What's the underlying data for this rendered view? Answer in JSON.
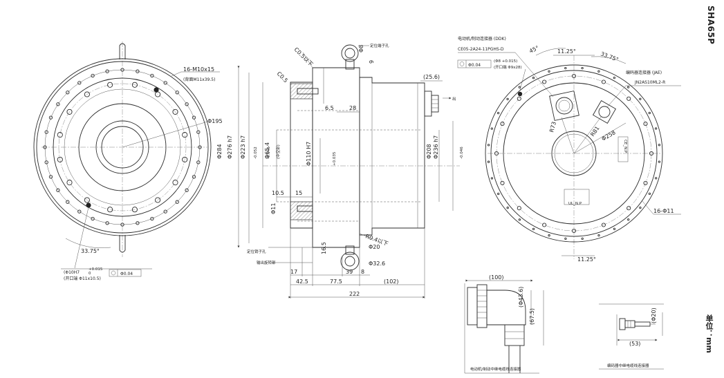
{
  "model": "SHA65P",
  "unit": "单位：mm",
  "front_view": {
    "bolt_note_1": "16-M10x15",
    "bolt_note_2": "(背面M11x39.5)",
    "pcd": "Φ195",
    "angle": "33.75°",
    "pin_hole": "(Φ10H7",
    "pin_tol_upper": "+0.015",
    "pin_tol_lower": "0",
    "pin_depth": "(开口端 Φ11x10.5)",
    "position_tol": "Φ0.04"
  },
  "section_view": {
    "chamfer_top": "C0.5以下",
    "chamfer_2": "C0.5",
    "dia_284": "Φ284",
    "dia_276": "Φ276 h7",
    "dia_276_tol": "-0.052",
    "dia_223": "Φ223 h7",
    "dia_223_tol": "-0.046",
    "dia_65": "Φ65.4",
    "dia_65_note": "(中空部)",
    "dia_110": "Φ110 H7",
    "dia_110_tol": "+0.035",
    "dia_11": "Φ11",
    "dia_208": "Φ208",
    "dia_236": "Φ236 h7",
    "dia_236_tol": "-0.046",
    "dim_6_5": "6.5",
    "dim_28": "28",
    "dim_25_6": "(25.6)",
    "dim_10_5": "10.5",
    "dim_15": "15",
    "dim_16_5": "16.5",
    "dim_17": "17",
    "dim_42_5": "42.5",
    "dim_77_5": "77.5",
    "dim_39": "39",
    "dim_8": "8",
    "dim_102": "(102)",
    "dim_222": "222",
    "dia_8": "Φ8",
    "dim_9": "9",
    "dia_20": "Φ20",
    "dia_32_6": "Φ32.6",
    "r_note": "R0.4以下",
    "eye_bolt_label": "定位销子孔",
    "pin_hole_label": "定位端子孔",
    "cable_label": "输出旋转部",
    "arrow_label": "出"
  },
  "rear_view": {
    "conn_title": "电动机/制动连接器 (DDK)",
    "conn_part": "CE05-2A24-11PGHS-D",
    "pos_tol": "Φ0.04",
    "hole_note_1": "(Φ8 +0.015)",
    "hole_note_2": "(开口端 Φ9x28)",
    "angle_45": "45°",
    "angle_11_25": "11.25°",
    "angle_33_75": "33.75°",
    "encoder_title": "编码器连接器 (JAE)",
    "encoder_part": "JN2AS10ML2-R",
    "r_73": "R73",
    "r_81": "R81",
    "dia_258": "Φ258",
    "ce_mark": "CE_N.P",
    "ul_mark": "UL_N.P",
    "holes": "16-Φ11",
    "angle_bottom": "11.25°"
  },
  "motor_connector": {
    "dim_100": "(100)",
    "dia_43_6": "(Φ43.6)",
    "dim_67_5": "(67.5)",
    "caption": "电动机/制动中继电缆线连接器"
  },
  "encoder_connector": {
    "dia_20": "(Φ20)",
    "dim_53": "(53)",
    "caption": "编码器中继电缆线连接器"
  }
}
